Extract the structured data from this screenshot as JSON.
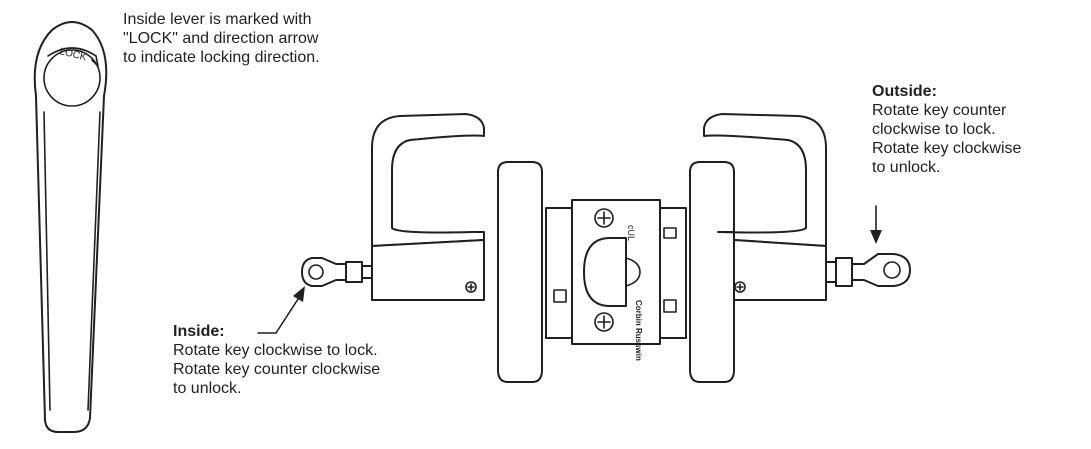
{
  "lever_note": {
    "line1": "Inside lever is marked with",
    "line2": "\"LOCK\" and direction arrow",
    "line3": "to indicate locking direction.",
    "lever_marking": "LOCK"
  },
  "outside": {
    "heading": "Outside:",
    "line1": "Rotate key counter",
    "line2": "clockwise to lock.",
    "line3": "Rotate key clockwise",
    "line4": "to unlock."
  },
  "inside": {
    "heading": "Inside:",
    "line1": "Rotate key clockwise to lock.",
    "line2": "Rotate key counter clockwise",
    "line3": "to unlock."
  },
  "lock_body": {
    "brand_text": "Corbin Russwin"
  }
}
